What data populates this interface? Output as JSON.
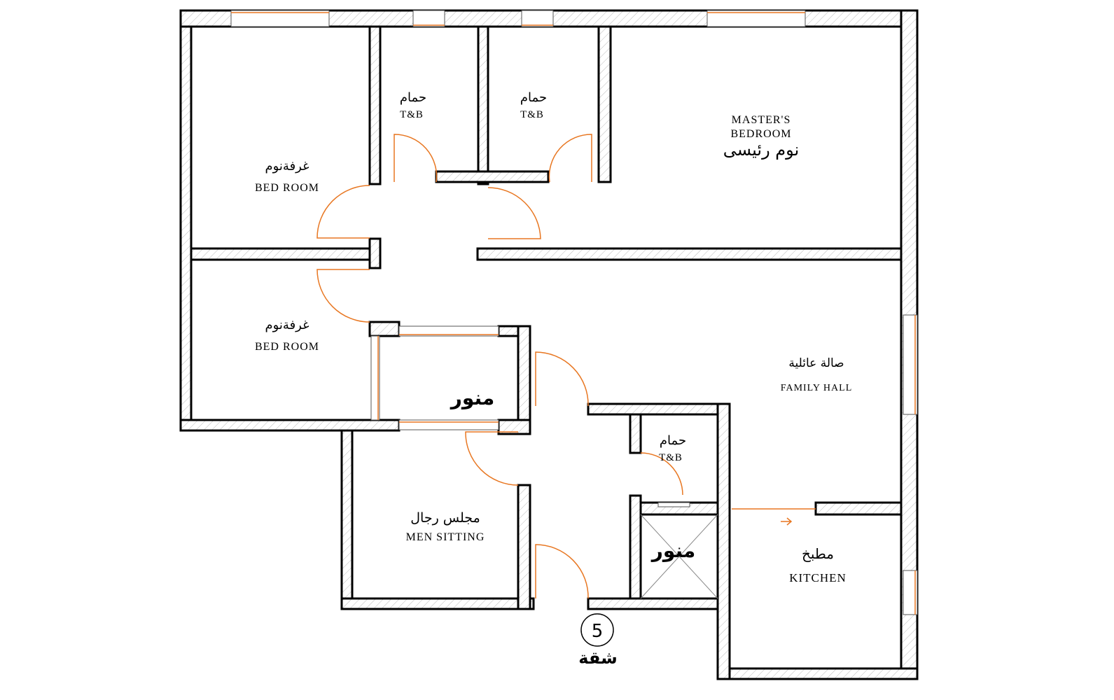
{
  "rooms": {
    "bedroom1": {
      "ar": "غرفةنوم",
      "en": "BED  ROOM"
    },
    "bedroom2": {
      "ar": "غرفةنوم",
      "en": "BED  ROOM"
    },
    "bath1": {
      "ar": "حمام",
      "en": "T&B"
    },
    "bath2": {
      "ar": "حمام",
      "en": "T&B"
    },
    "bath3": {
      "ar": "حمام",
      "en": "T&B"
    },
    "master": {
      "ar": "نوم رئيسى",
      "en1": "MASTER'S",
      "en2": "BEDROOM"
    },
    "family": {
      "ar": "صالة عائلية",
      "en": "FAMILY  HALL"
    },
    "munawar1": {
      "ar": "منور"
    },
    "munawar2": {
      "ar": "منور"
    },
    "men": {
      "ar": "مجلس رجال",
      "en": "MEN  SITTING"
    },
    "kitchen": {
      "ar": "مطبخ",
      "en": "KITCHEN"
    }
  },
  "unit": {
    "number": "5",
    "ar": "شقة"
  },
  "colors": {
    "door": "#e87722",
    "wall": "#000000"
  }
}
